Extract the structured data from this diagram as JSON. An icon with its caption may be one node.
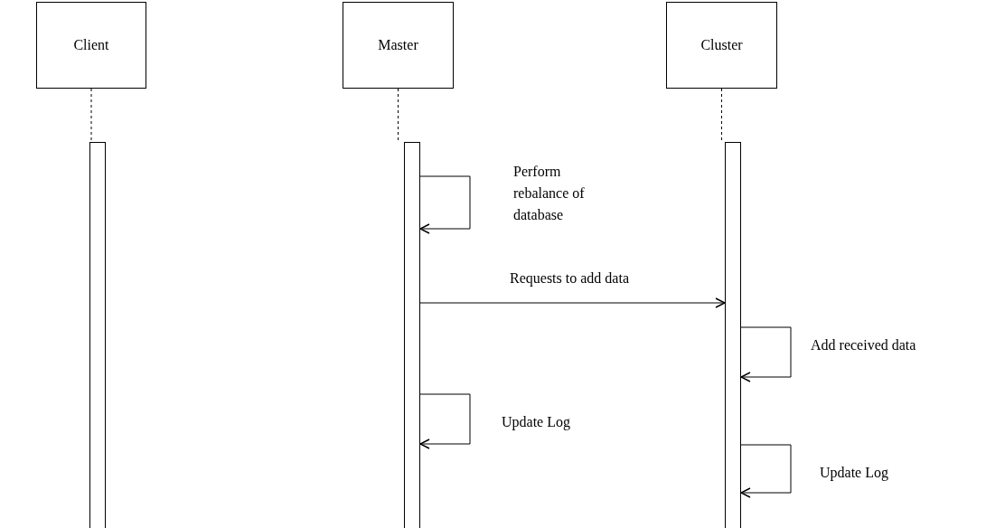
{
  "diagram": {
    "nodes": [
      {
        "text": [
          "Client"
        ]
      },
      {
        "text": [
          "Master"
        ]
      },
      {
        "text": [
          "Cluster"
        ]
      },
      {
        "text": [],
        "shape": "bar"
      },
      {
        "text": [],
        "shape": "bar"
      },
      {
        "text": [],
        "shape": "bar"
      }
    ],
    "edges": [
      {
        "from": 0,
        "to": 3,
        "arrow": "none",
        "style": "dashed"
      },
      {
        "from": 1,
        "to": 4,
        "arrow": "none",
        "style": "dashed"
      },
      {
        "from": 2,
        "to": 5,
        "arrow": "none",
        "style": "dashed"
      },
      {
        "from": 4,
        "to": 4,
        "arrow": "to",
        "label": "Perform rebalance of database"
      },
      {
        "from": 4,
        "to": 5,
        "arrow": "to",
        "label": "Requests to add data"
      },
      {
        "from": 5,
        "to": 5,
        "arrow": "to",
        "label": "Add received data"
      },
      {
        "from": 4,
        "to": 4,
        "arrow": "to",
        "label": "Update Log"
      },
      {
        "from": 5,
        "to": 5,
        "arrow": "to",
        "label": "Update Log"
      }
    ]
  }
}
